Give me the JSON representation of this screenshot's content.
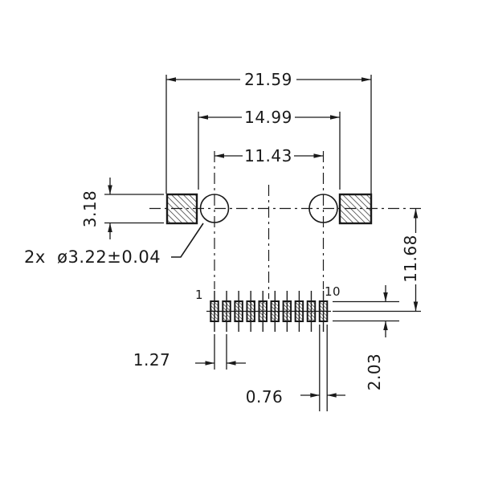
{
  "title": "connector-footprint-dimension-drawing",
  "dimensions": {
    "overall_width": "21.59",
    "inner_width": "14.99",
    "hole_pitch": "11.43",
    "hole_block_height": "3.18",
    "row_offset": "11.68",
    "pin_pitch": "1.27",
    "pad_width": "0.76",
    "pad_height": "2.03"
  },
  "notes": {
    "hole_note": "2x  ø3.22±0.04"
  },
  "pins": {
    "count": 10,
    "first_label": "1",
    "last_label": "10"
  },
  "colors": {
    "line": "#1a1a1a",
    "background": "#ffffff"
  }
}
